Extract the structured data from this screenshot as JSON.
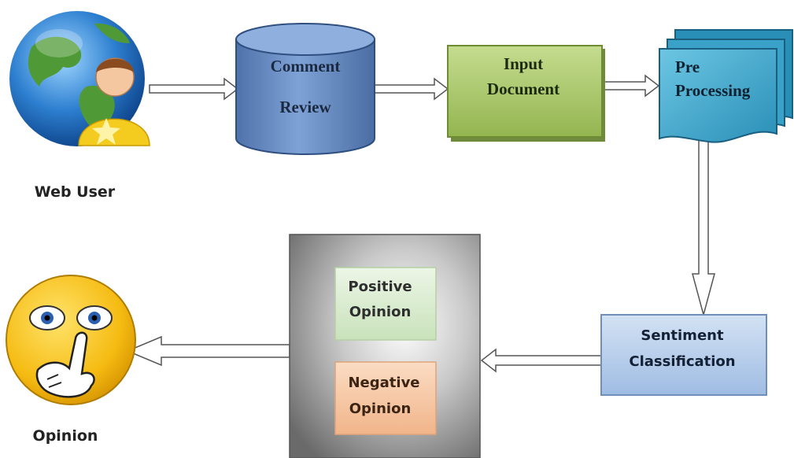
{
  "nodes": {
    "web_user": {
      "label": "Web User",
      "icon": "globe-user-icon"
    },
    "comment_review": {
      "line1": "Comment",
      "line2": "Review"
    },
    "input_document": {
      "line1": "Input",
      "line2": "Document"
    },
    "pre_processing": {
      "line1": "Pre",
      "line2": "Processing"
    },
    "sentiment_classification": {
      "line1": "Sentiment",
      "line2": "Classification"
    },
    "result_panel": {
      "positive": {
        "line1": "Positive",
        "line2": "Opinion"
      },
      "negative": {
        "line1": "Negative",
        "line2": "Opinion"
      }
    },
    "opinion": {
      "label": "Opinion",
      "icon": "thinking-face-icon"
    }
  },
  "edges": [
    {
      "from": "Web User",
      "to": "Comment Review"
    },
    {
      "from": "Comment Review",
      "to": "Input Document"
    },
    {
      "from": "Input Document",
      "to": "Pre Processing"
    },
    {
      "from": "Pre Processing",
      "to": "Sentiment Classification"
    },
    {
      "from": "Sentiment Classification",
      "to": "Result Panel"
    },
    {
      "from": "Result Panel",
      "to": "Opinion"
    }
  ],
  "colors": {
    "cylinder": "#6f93c8",
    "input_document": "#a9c66a",
    "pre_processing": "#3fa7c9",
    "sentiment": "#b3cbe8",
    "positive": "#d9ebcf",
    "negative": "#f6c9a6",
    "face": "#f7c21a"
  }
}
